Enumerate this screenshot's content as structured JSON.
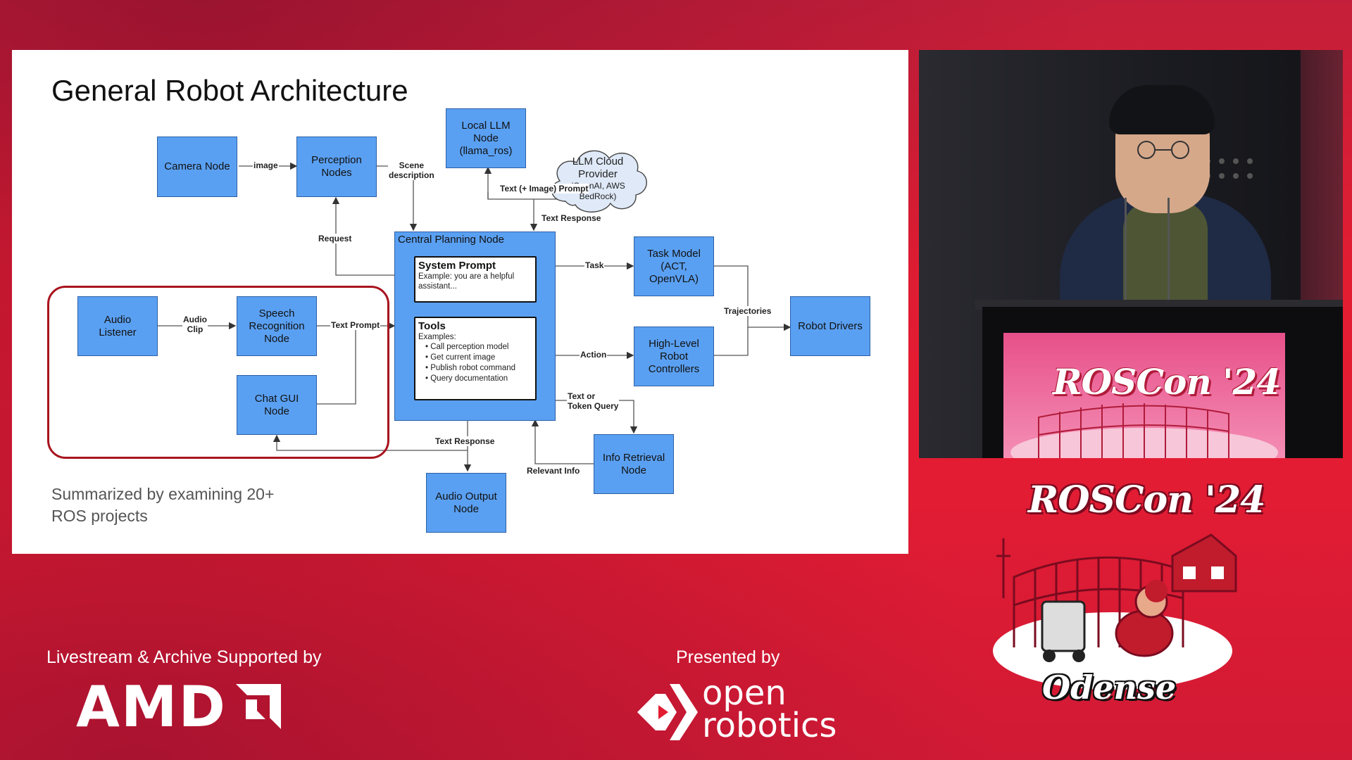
{
  "slide": {
    "title": "General Robot Architecture",
    "summary": "Summarized by examining 20+\nROS projects",
    "nodes": {
      "camera": "Camera Node",
      "perception": "Perception\nNodes",
      "local_llm": "Local LLM\nNode\n(llama_ros)",
      "cloud_title": "LLM Cloud\nProvider",
      "cloud_sub": "(OpenAI, AWS\nBedRock)",
      "central": "Central Planning Node",
      "task_model": "Task Model\n(ACT, OpenVLA)",
      "hl_controllers": "High-Level\nRobot\nControllers",
      "robot_drivers": "Robot Drivers",
      "audio_listener": "Audio\nListener",
      "speech_recognition": "Speech\nRecognition\nNode",
      "chat_gui": "Chat GUI\nNode",
      "info_retrieval": "Info Retrieval\nNode",
      "audio_output": "Audio Output\nNode"
    },
    "system_prompt": {
      "title": "System Prompt",
      "text": "Example: you are a helpful assistant..."
    },
    "tools": {
      "title": "Tools",
      "examples_label": "Examples:",
      "items": [
        "Call perception model",
        "Get current image",
        "Publish robot command",
        "Query documentation"
      ]
    },
    "edges": {
      "image": "image",
      "scene_description": "Scene\ndescription",
      "request": "Request",
      "text_image_prompt": "Text (+ Image) Prompt",
      "text_response_top": "Text Response",
      "task": "Task",
      "action": "Action",
      "trajectories": "Trajectories",
      "audio_clip": "Audio\nClip",
      "text_prompt": "Text Prompt",
      "text_token_query": "Text or\nToken Query",
      "text_response_bottom": "Text Response",
      "relevant_info": "Relevant Info"
    }
  },
  "footer": {
    "livestream_label": "Livestream & Archive Supported by",
    "amd": "AMD",
    "presented_label": "Presented by",
    "open_robotics": "open\nrobotics"
  },
  "branding": {
    "event": "ROSCon '24",
    "city": "Odense",
    "podium_screen": "ROSCon '24"
  },
  "colors": {
    "node_fill": "#5aa0f2",
    "node_border": "#2b5fa6",
    "group_border": "#a8141e",
    "background": "#e21d32"
  }
}
